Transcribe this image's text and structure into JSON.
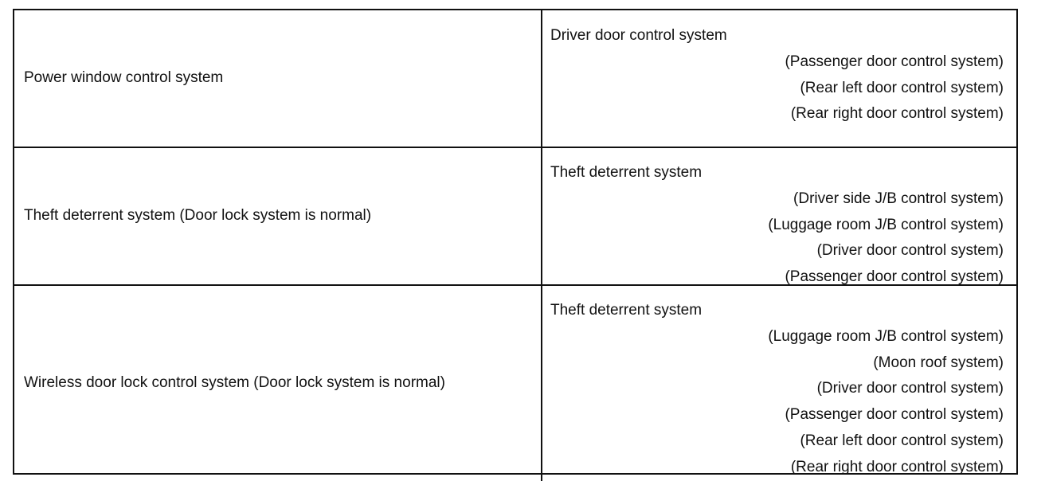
{
  "rows": [
    {
      "condition": "Power window control system",
      "primary": "Driver door control system",
      "subs": [
        "(Passenger door control system)",
        "(Rear left door control system)",
        "(Rear right door control system)"
      ]
    },
    {
      "condition": "Theft deterrent system (Door lock system is normal)",
      "primary": "Theft deterrent system",
      "subs": [
        "(Driver side J/B control system)",
        "(Luggage room J/B control system)",
        "(Driver door control system)",
        "(Passenger door control system)"
      ]
    },
    {
      "condition": "Wireless door lock control system (Door lock system is normal)",
      "primary": "Theft deterrent system",
      "subs": [
        "(Luggage room J/B control system)",
        "(Moon roof system)",
        "(Driver door control system)",
        "(Passenger door control system)",
        "(Rear left door control system)",
        "(Rear right door control system)"
      ]
    }
  ]
}
